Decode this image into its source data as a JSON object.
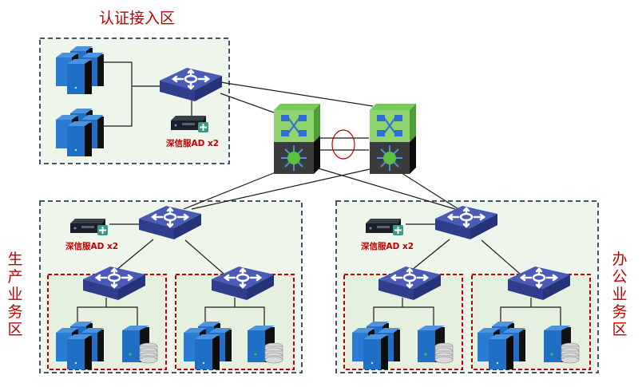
{
  "zones": {
    "auth": {
      "title": "认证接入区",
      "device_label": "深信服AD x2"
    },
    "production": {
      "title": "生产业务区",
      "title_chars": [
        "生",
        "产",
        "业",
        "务",
        "区"
      ],
      "device_label": "深信服AD x2"
    },
    "office": {
      "title": "办公业务区",
      "title_chars": [
        "办",
        "公",
        "业",
        "务",
        "区"
      ],
      "device_label": "深信服AD x2"
    }
  },
  "core": {
    "switch_count": 2,
    "redundancy_marker": "ellipse"
  },
  "colors": {
    "zone_title": "#c00000",
    "zone_border": "#44546a",
    "sub_zone_border": "#c00000",
    "zone_fill": "#eef5ea",
    "switch_blue": "#3d4ea6",
    "core_green": "#5cb546",
    "server_blue": "#1f6fc7"
  }
}
